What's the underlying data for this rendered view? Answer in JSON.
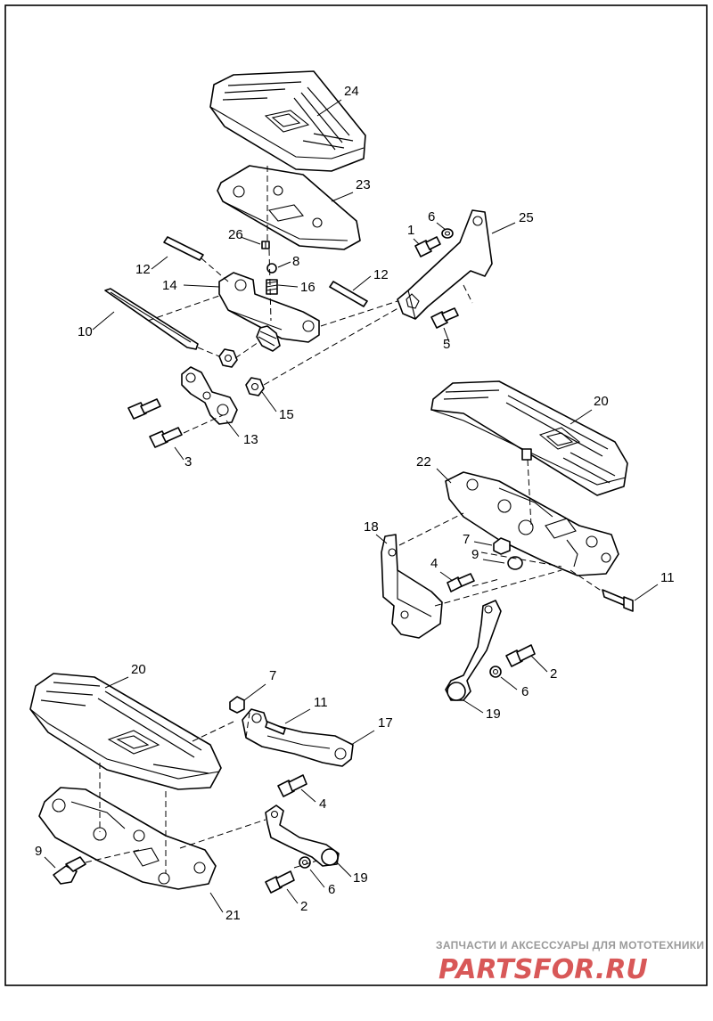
{
  "diagram": {
    "callouts": [
      "24",
      "23",
      "26",
      "8",
      "6",
      "1",
      "25",
      "12",
      "14",
      "16",
      "12",
      "10",
      "5",
      "15",
      "13",
      "3",
      "20",
      "22",
      "18",
      "7",
      "9",
      "4",
      "11",
      "2",
      "6",
      "19",
      "20",
      "7",
      "11",
      "17",
      "4",
      "9",
      "19",
      "6",
      "2",
      "21"
    ],
    "watermark": {
      "tagline": "ЗАПЧАСТИ И АКСЕССУАРЫ ДЛЯ МОТОТЕХНИКИ",
      "logo": "PARTSFOR.RU"
    }
  }
}
